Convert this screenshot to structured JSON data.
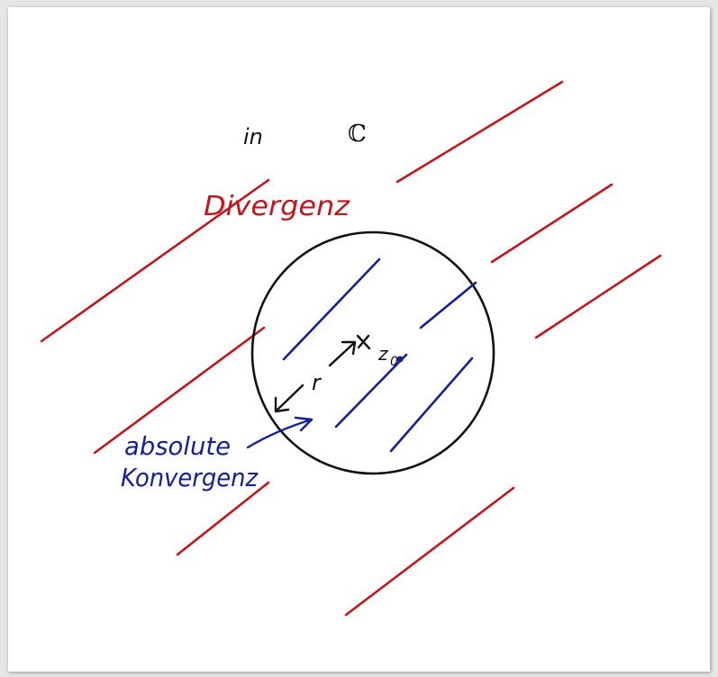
{
  "labels": {
    "field_prefix": "in",
    "field_symbol": "ℂ",
    "divergence": "Divergenz",
    "convergence_line1": "absolute",
    "convergence_line2": "Konvergenz",
    "center": "z",
    "center_subscript": "0",
    "radius": "r"
  },
  "colors": {
    "divergence": "#c4141c",
    "convergence": "#12209a",
    "ink": "#111111"
  }
}
